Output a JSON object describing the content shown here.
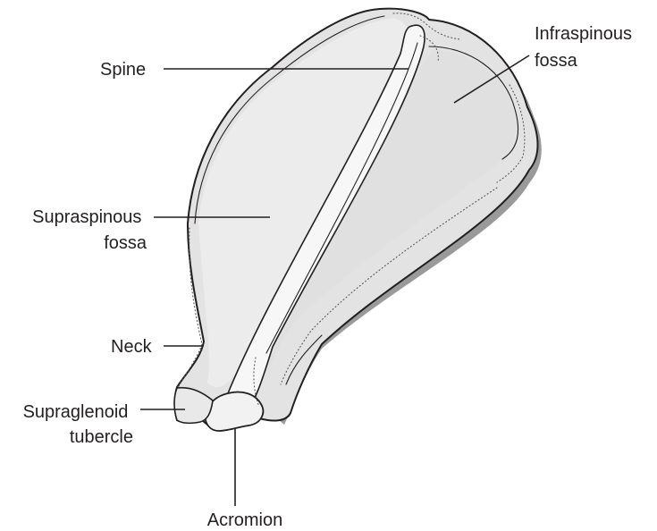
{
  "colors": {
    "bone_fill": "#e3e3e3",
    "bone_highlight": "#f7f7f7",
    "bone_shadow": "#9a9a9a",
    "ink": "#231f20"
  },
  "labels": {
    "spine": "Spine",
    "infraspinous_line1": "Infraspinous",
    "infraspinous_line2": "fossa",
    "supraspinous_line1": "Supraspinous",
    "supraspinous_line2": "fossa",
    "neck": "Neck",
    "supraglenoid_line1": "Supraglenoid",
    "supraglenoid_line2": "tubercle",
    "acromion": "Acromion"
  }
}
